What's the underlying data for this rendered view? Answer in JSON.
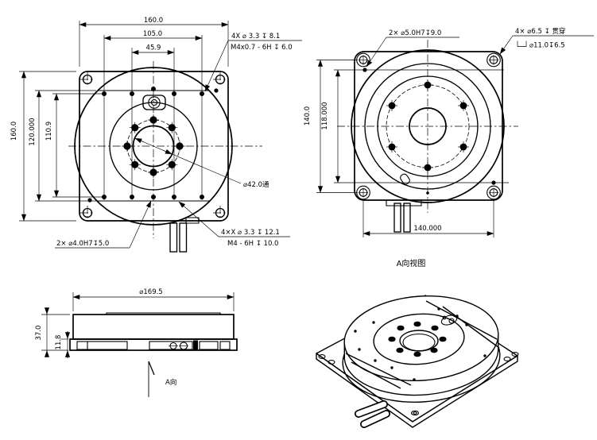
{
  "background": "#ffffff",
  "line_color": "#000000",
  "drawing": {
    "front_view": {
      "dims": {
        "width_top": "160.0",
        "bolt_row_outer": "105.0",
        "bolt_row_inner": "45.9",
        "height_left": "160.0",
        "platform_span": "120.000",
        "hole_row_span": "110.9"
      },
      "notes": {
        "tapped_top_line1": "4X ⌀ 3.3 ↧ 8.1",
        "tapped_top_line2": "M4x0.7 - 6H ↧ 6.0",
        "center_hole": "⌀42.0通",
        "dowel_holes": "2× ⌀4.0H7↧5.0",
        "tapped_bottom_line1": "4×X ⌀ 3.3 ↧ 12.1",
        "tapped_bottom_line2": "M4 - 6H ↧ 10.0"
      }
    },
    "a_view": {
      "dims": {
        "corner_hole_span_v": "140.0",
        "dowel_span_v": "118.000",
        "corner_hole_span_h": "140.000"
      },
      "notes": {
        "dowel_holes": "2× ⌀5.0H7↧9.0",
        "cbore_line1": "4× ⌀6.5 ↧ 贯穿",
        "cbore_symbol": "counterbore-symbol",
        "cbore_line2": "⌀11.0↧6.5"
      },
      "caption": "A向视图"
    },
    "side_view": {
      "dims": {
        "table_diameter": "⌀169.5",
        "total_height": "37.0",
        "base_height": "11.8"
      },
      "view_arrow_label": "A向"
    },
    "iso_view": {
      "description": "isometric-view-rotary-stage"
    }
  }
}
